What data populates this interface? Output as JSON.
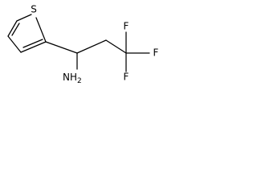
{
  "molecule": {
    "atoms": {
      "sulfur": "S",
      "fluorine_1": "F",
      "fluorine_2": "F",
      "fluorine_3": "F",
      "nitrogen": "N",
      "nitrogen_hydrogen": "H",
      "hydrogen_count": "2"
    },
    "colors": {
      "bond": "#000000",
      "label": "#000000",
      "background": "#ffffff"
    }
  }
}
